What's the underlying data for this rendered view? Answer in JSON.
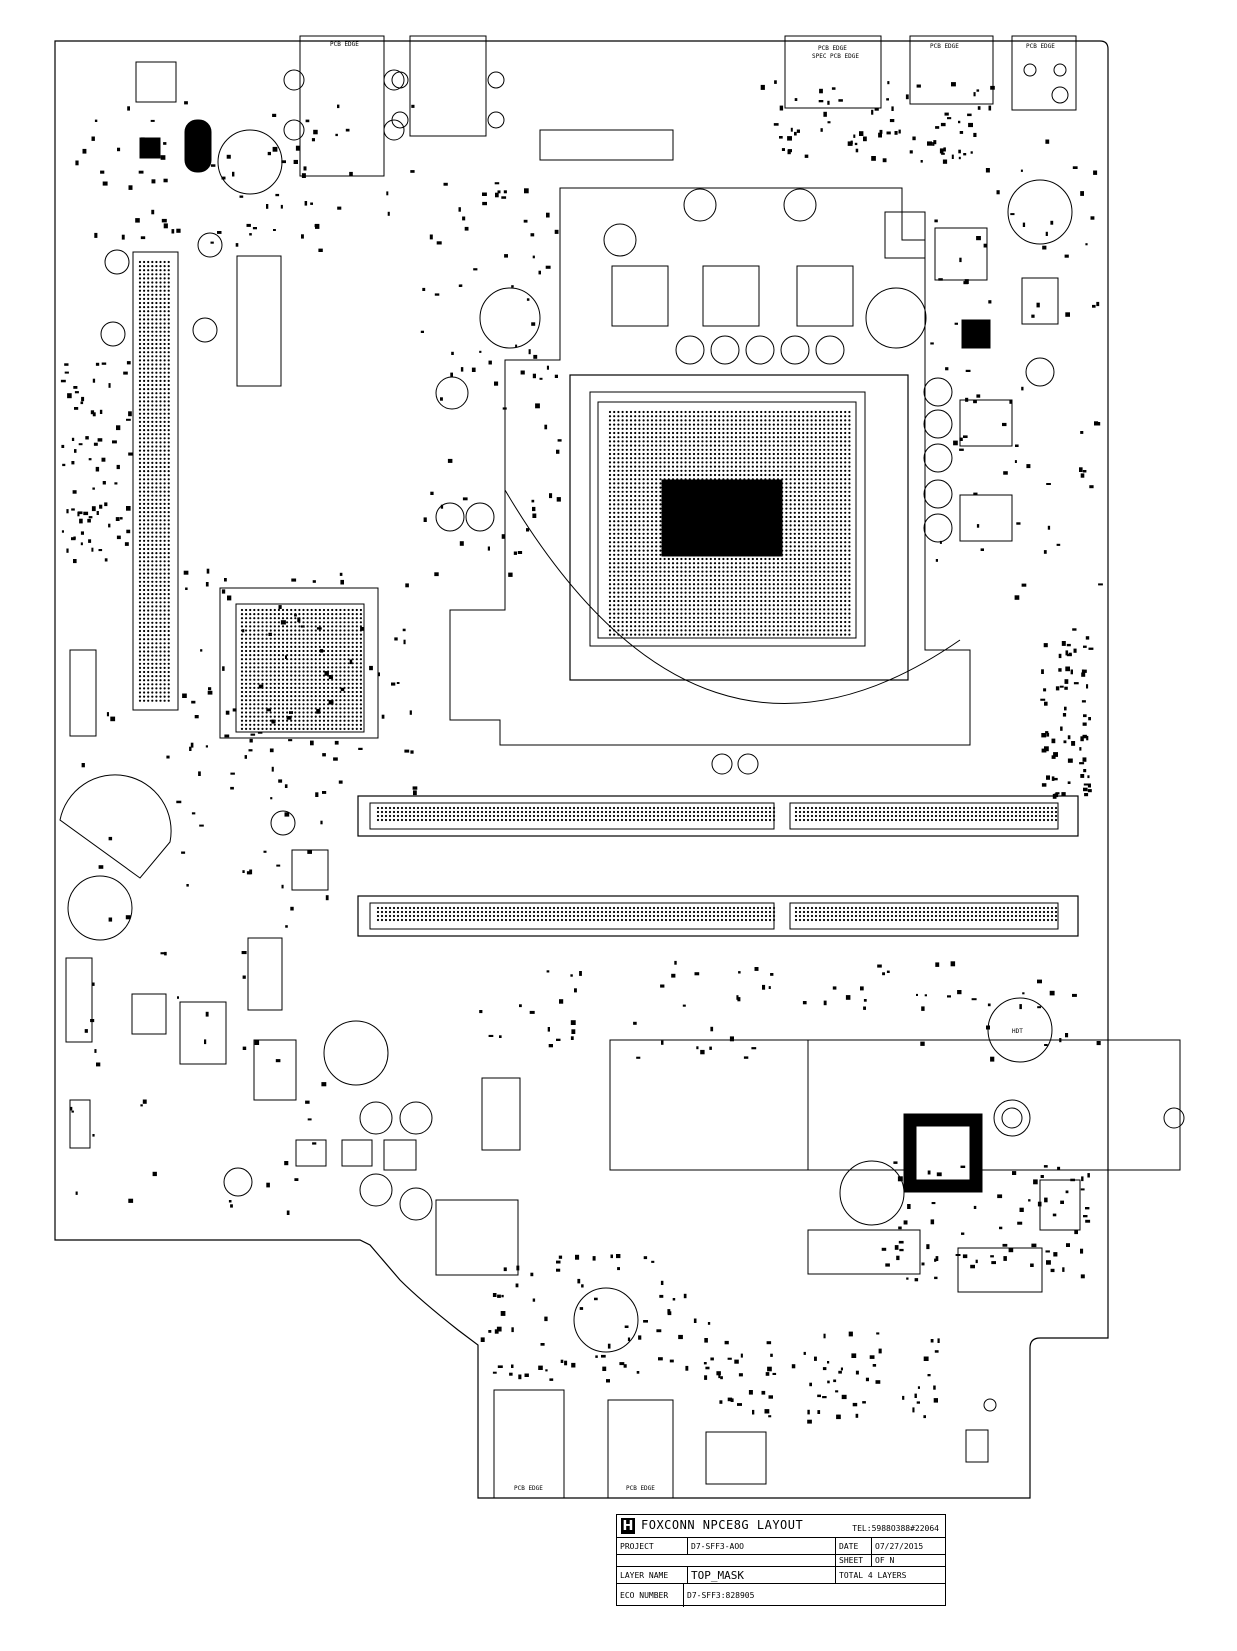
{
  "board": {
    "connector_labels": {
      "io_top_1": "PCB EDGE",
      "io_top_2": "PCB EDGE",
      "io_top_3": "SPEC PCB EDGE",
      "io_top_4": "PCB EDGE",
      "io_top_5": "PCB EDGE",
      "io_bottom_1": "PCB EDGE",
      "io_bottom_2": "PCB EDGE",
      "marking_1": "HDT"
    }
  },
  "title_block": {
    "logo": "H",
    "title": "FOXCONN NPCE8G LAYOUT",
    "tel": "TEL:5988O388#22064",
    "project_label": "PROJECT",
    "project_value": "D7-SFF3-AOO",
    "date_label": "DATE",
    "date_value": "O7/27/2O15",
    "sheet_label": "SHEET",
    "sheet_value": "OF N",
    "layer_label": "LAYER NAME",
    "layer_value": "TOP_MASK",
    "total_layers": "TOTAL 4 LAYERS",
    "eco_label": "ECO NUMBER",
    "eco_value": "D7-SFF3:828905"
  }
}
